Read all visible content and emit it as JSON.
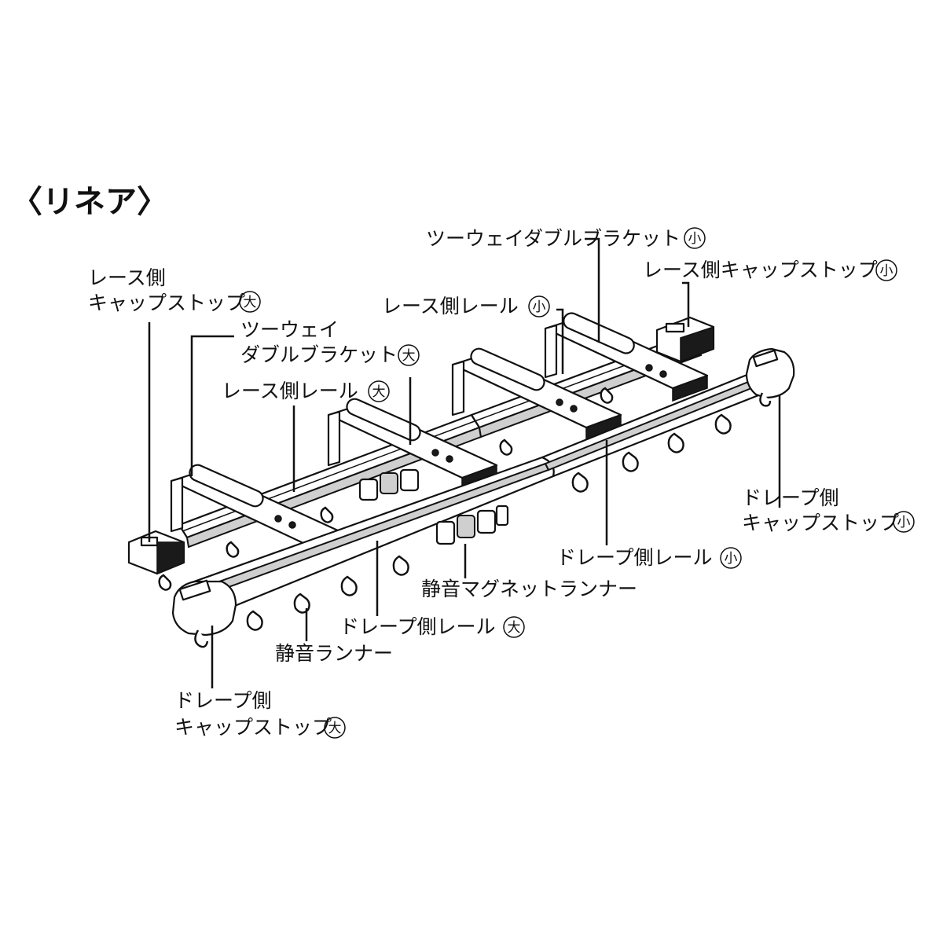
{
  "title": "〈リネア〉",
  "labels": {
    "lace_cap_big_1": "レース側",
    "lace_cap_big_2": "キャップストップ",
    "twoway_big_1": "ツーウェイ",
    "twoway_big_2": "ダブルブラケット",
    "lace_rail_big": "レース側レール",
    "twoway_small": "ツーウェイダブルブラケット",
    "lace_cap_small": "レース側キャップストップ",
    "lace_rail_small": "レース側レール",
    "drape_cap_small_1": "ドレープ側",
    "drape_cap_small_2": "キャップストップ",
    "drape_rail_small": "ドレープ側レール",
    "magnet_runner": "静音マグネットランナー",
    "drape_rail_big": "ドレープ側レール",
    "silent_runner": "静音ランナー",
    "drape_cap_big_1": "ドレープ側",
    "drape_cap_big_2": "キャップストップ"
  },
  "size_marks": {
    "big": "大",
    "small": "小"
  }
}
